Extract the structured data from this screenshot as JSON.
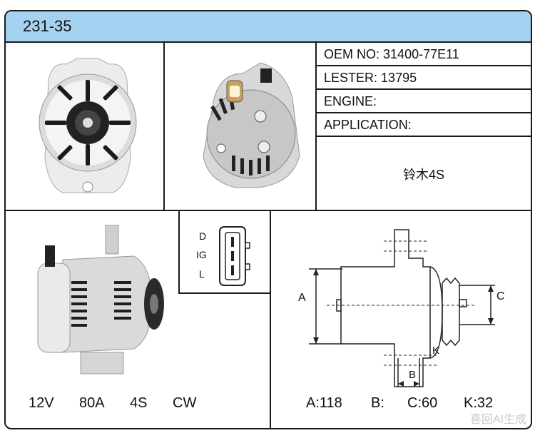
{
  "header": {
    "title": "231-35"
  },
  "info": {
    "oem_label": "OEM NO:",
    "oem_value": "31400-77E11",
    "lester_label": "LESTER:",
    "lester_value": "13795",
    "engine_label": "ENGINE:",
    "engine_value": "",
    "application_label": "APPLICATION:",
    "application_value": "铃木4S"
  },
  "plug": {
    "pins": [
      "D",
      "IG",
      "L"
    ]
  },
  "specs": {
    "voltage": "12V",
    "amperage": "80A",
    "grooves": "4S",
    "rotation": "CW"
  },
  "diagram": {
    "label_a": "A",
    "label_b": "B",
    "label_c": "C",
    "label_k": "K"
  },
  "dimensions": {
    "a": "A:118",
    "b": "B:",
    "c": "C:60",
    "k": "K:32"
  },
  "watermark": "喜回AI生成",
  "colors": {
    "header_bg": "#a6d2f2",
    "border": "#1a1a1a"
  }
}
